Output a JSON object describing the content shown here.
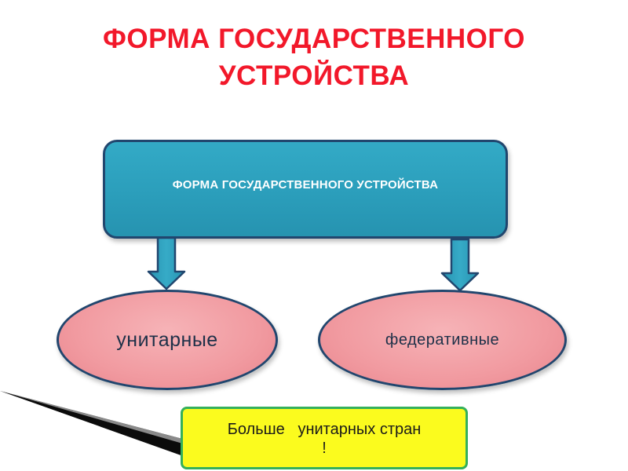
{
  "title": {
    "line1": "ФОРМА ГОСУДАРСТВЕННОГО",
    "line2": "УСТРОЙСТВА"
  },
  "diagram": {
    "main_box_label": "ФОРМА ГОСУДАРСТВЕННОГО УСТРОЙСТВА",
    "branches": [
      {
        "label": "унитарные"
      },
      {
        "label": "федеративные"
      }
    ],
    "note": {
      "line1": "Больше   унитарных стран",
      "line2": "!"
    }
  },
  "colors": {
    "title": "#f2182a",
    "main_box_fill": "#2b9ebb",
    "outline": "#21466e",
    "ellipse_fill": "#f19aa0",
    "note_fill": "#fbfb1e",
    "note_border": "#34b05a"
  }
}
